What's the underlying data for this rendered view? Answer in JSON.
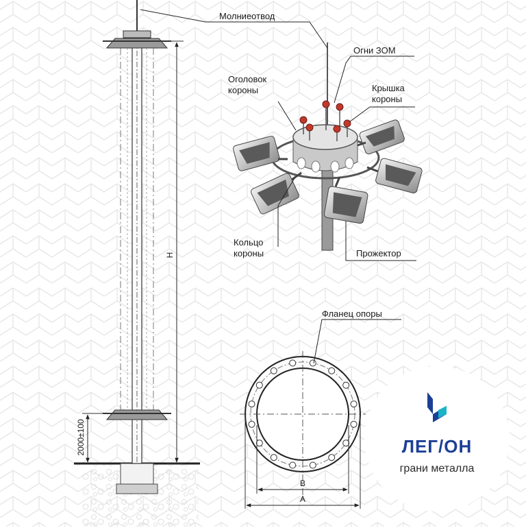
{
  "labels": {
    "lightning_rod": "Молниеотвод",
    "zom_lights": "Огни ЗОМ",
    "crown_head": "Оголовок\nкороны",
    "crown_cover": "Крышка\nкороны",
    "crown_ring": "Кольцо\nкороны",
    "floodlight": "Прожектор",
    "flange": "Фланец опоры"
  },
  "dimensions": {
    "height": "H",
    "base_height": "2000±100",
    "inner_diameter": "B",
    "outer_diameter": "A"
  },
  "logo": {
    "name": "ЛЕГ/ОН",
    "tagline": "грани металла"
  },
  "colors": {
    "brand_blue": "#1c3f96",
    "brand_teal": "#1bb3c8",
    "zom_light": "#c0392b",
    "line": "#222222"
  }
}
